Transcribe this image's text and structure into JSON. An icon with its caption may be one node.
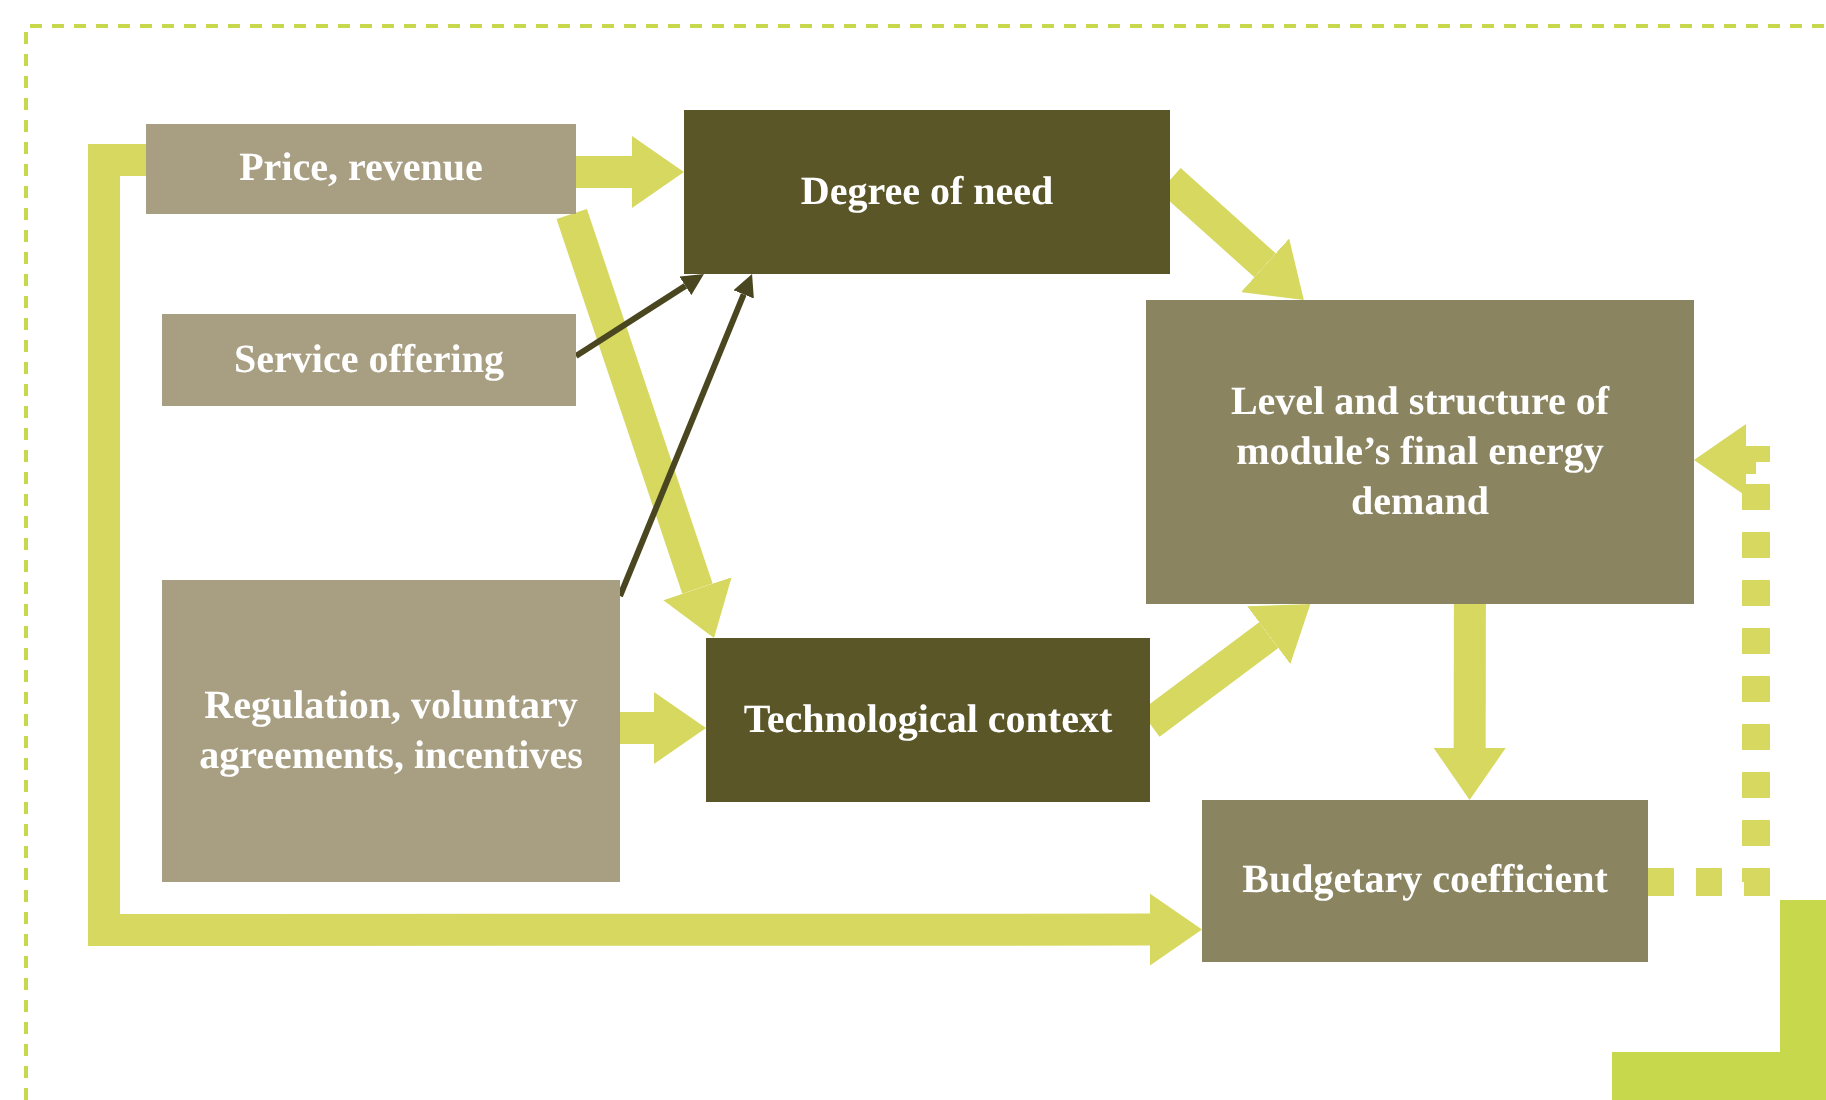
{
  "diagram": {
    "nodes": [
      {
        "text": [
          "Price, revenue"
        ]
      },
      {
        "text": [
          "Degree of need"
        ]
      },
      {
        "text": [
          "Service offering"
        ]
      },
      {
        "text": [
          "Level and structure of module’s final energy demand"
        ]
      },
      {
        "text": [
          "Regulation, voluntary agreements, incentives"
        ]
      },
      {
        "text": [
          "Technological context"
        ]
      },
      {
        "text": [
          "Budgetary coefficient"
        ]
      }
    ],
    "edges": [
      {
        "from": 0,
        "to": 1,
        "arrow": "to"
      },
      {
        "from": 0,
        "to": 5,
        "arrow": "to"
      },
      {
        "from": 2,
        "to": 1,
        "arrow": "to",
        "color": "#4a4720"
      },
      {
        "from": 4,
        "to": 1,
        "arrow": "to",
        "color": "#4a4720"
      },
      {
        "from": 4,
        "to": 5,
        "arrow": "to"
      },
      {
        "from": 1,
        "to": 3,
        "arrow": "to"
      },
      {
        "from": 5,
        "to": 3,
        "arrow": "to"
      },
      {
        "from": 3,
        "to": 6,
        "arrow": "to"
      },
      {
        "from": 6,
        "to": 3,
        "arrow": "to",
        "style": "dashed"
      },
      {
        "from": 0,
        "to": 6,
        "arrow": "to"
      }
    ]
  }
}
